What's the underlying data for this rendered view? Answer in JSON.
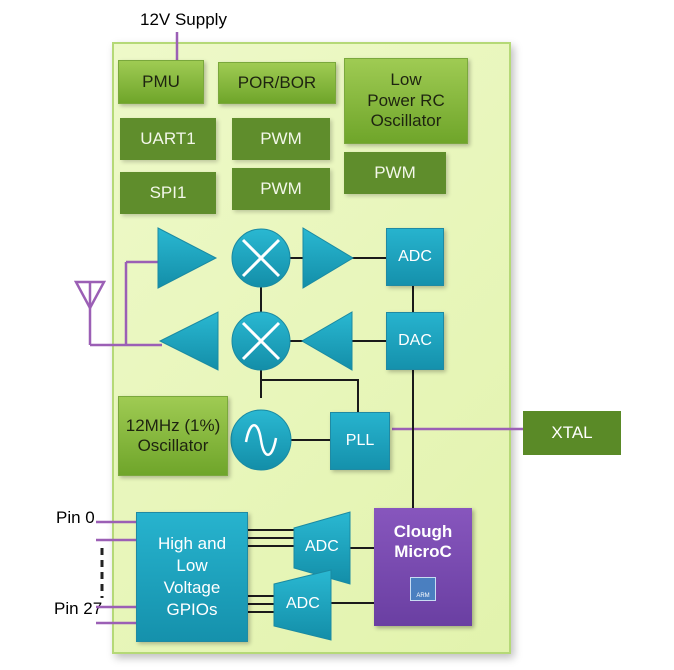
{
  "labels": {
    "supply": "12V Supply",
    "pin_first": "Pin 0",
    "pin_last": "Pin 27",
    "xtal": "XTAL"
  },
  "blocks": {
    "pmu": "PMU",
    "por_bor": "POR/BOR",
    "lprc": [
      "Low",
      "Power RC",
      "Oscillator"
    ],
    "uart1": "UART1",
    "pwm_a": "PWM",
    "pwm_b": "PWM",
    "pwm_c": "PWM",
    "spi1": "SPI1",
    "adc_rx": "ADC",
    "dac_tx": "DAC",
    "osc12": [
      "12MHz (1%)",
      "Oscillator"
    ],
    "pll": "PLL",
    "gpio": [
      "High and",
      "Low",
      "Voltage",
      "GPIOs"
    ],
    "adc_upper": "ADC",
    "adc_lower": "ADC",
    "mcu": [
      "Clough",
      "MicroC"
    ],
    "arm_logo": "ARM"
  },
  "colors": {
    "chip_bg": "#e6f5b4",
    "light_green": "#8dbf45",
    "dark_green": "#5f8d2c",
    "teal": "#1da2be",
    "purple": "#7a4cb0",
    "wire_purple": "#9b5fb5"
  },
  "icons": {
    "antenna": "antenna-icon",
    "mixer": "mixer-x-icon",
    "amplifier": "triangle-amplifier-icon",
    "oscillator": "sine-wave-icon"
  }
}
